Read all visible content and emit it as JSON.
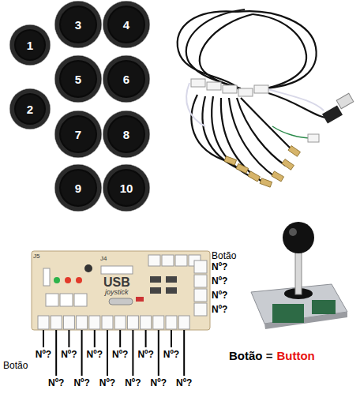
{
  "diagram": {
    "nodes": [
      {
        "text": [
          "1"
        ]
      },
      {
        "text": [
          "3"
        ]
      },
      {
        "text": [
          "4"
        ]
      },
      {
        "text": [
          "2"
        ]
      },
      {
        "text": [
          "5"
        ]
      },
      {
        "text": [
          "6"
        ]
      },
      {
        "text": [
          "7"
        ]
      },
      {
        "text": [
          "8"
        ]
      },
      {
        "text": [
          "9"
        ]
      },
      {
        "text": [
          "10"
        ]
      }
    ],
    "labels": [
      "J5",
      "J4",
      "USB",
      "joystick",
      "Botão",
      "Nº?",
      "Nº?",
      "Nº?",
      "Nº?",
      "Nº?",
      "Nº?",
      "Nº?",
      "Nº?",
      "Nº?",
      "Nº?",
      "Nº?",
      "Nº?",
      "Nº?",
      "Nº?",
      "Nº?",
      "Nº?",
      "Botão",
      "Botão =",
      "Button"
    ]
  }
}
